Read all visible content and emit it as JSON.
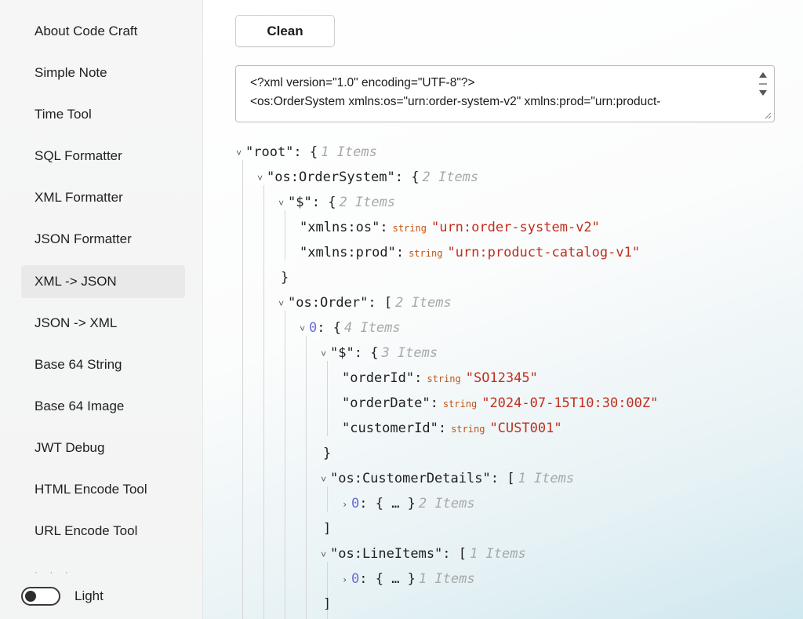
{
  "sidebar": {
    "items": [
      {
        "label": "About Code Craft"
      },
      {
        "label": "Simple Note"
      },
      {
        "label": "Time Tool"
      },
      {
        "label": "SQL Formatter"
      },
      {
        "label": "XML Formatter"
      },
      {
        "label": "JSON Formatter"
      },
      {
        "label": "XML -> JSON",
        "active": true
      },
      {
        "label": "JSON -> XML"
      },
      {
        "label": "Base 64 String"
      },
      {
        "label": "Base 64 Image"
      },
      {
        "label": "JWT Debug"
      },
      {
        "label": "HTML Encode Tool"
      },
      {
        "label": "URL Encode Tool"
      }
    ],
    "theme_label": "Light"
  },
  "toolbar": {
    "clean_label": "Clean"
  },
  "input": {
    "line1": "<?xml version=\"1.0\" encoding=\"UTF-8\"?>",
    "line2": "<os:OrderSystem xmlns:os=\"urn:order-system-v2\" xmlns:prod=\"urn:product-"
  },
  "tree": {
    "root_key": "\"root\"",
    "root_count": "1 Items",
    "ordersystem_key": "\"os:OrderSystem\"",
    "ordersystem_count": "2 Items",
    "attr_key": "\"$\"",
    "attr_count": "2 Items",
    "xmlns_os_key": "\"xmlns:os\"",
    "xmlns_os_value": "\"urn:order-system-v2\"",
    "xmlns_prod_key": "\"xmlns:prod\"",
    "xmlns_prod_value": "\"urn:product-catalog-v1\"",
    "order_key": "\"os:Order\"",
    "order_count": "2 Items",
    "order0_key": "0",
    "order0_count": "4 Items",
    "order0_attr_key": "\"$\"",
    "order0_attr_count": "3 Items",
    "orderid_key": "\"orderId\"",
    "orderid_value": "\"SO12345\"",
    "orderdate_key": "\"orderDate\"",
    "orderdate_value": "\"2024-07-15T10:30:00Z\"",
    "customerid_key": "\"customerId\"",
    "customerid_value": "\"CUST001\"",
    "custdetails_key": "\"os:CustomerDetails\"",
    "custdetails_count": "1 Items",
    "custdetails0_key": "0",
    "custdetails0_count": "2 Items",
    "lineitems_key": "\"os:LineItems\"",
    "lineitems_count": "1 Items",
    "lineitems0_key": "0",
    "lineitems0_count": "1 Items",
    "type_string": "string",
    "collapsed_body": "{ … }"
  }
}
